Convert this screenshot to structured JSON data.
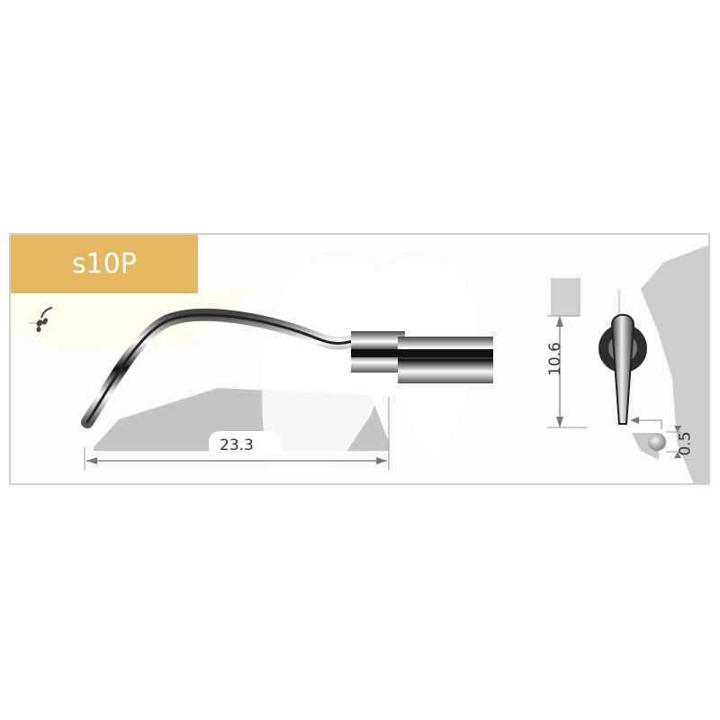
{
  "product": {
    "model": "s10P",
    "badge_color": "#e4b862"
  },
  "icons": {
    "water_spray": "water-spray-icon"
  },
  "dimensions": {
    "length": "23.3",
    "height": "10.6",
    "tip_diameter": "0.5"
  },
  "colors": {
    "card_border": "#cfcfcf",
    "card_bg": "#fcfcfc",
    "shape_gray": "#c8c8c8",
    "dim_line": "#777777"
  }
}
